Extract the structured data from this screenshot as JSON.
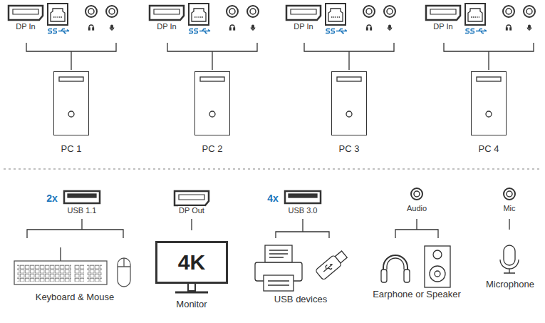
{
  "diagram": {
    "nodes": [
      {
        "text": [
          "PC 1"
        ]
      },
      {
        "text": [
          "PC 2"
        ]
      },
      {
        "text": [
          "PC 3"
        ]
      },
      {
        "text": [
          "PC 4"
        ]
      },
      {
        "text": [
          "4K",
          "Monitor"
        ]
      }
    ],
    "labels": [
      "DP In",
      "DP In",
      "DP In",
      "DP In",
      "2x",
      "USB 1.1",
      "Keyboard & Mouse",
      "DP Out",
      "4x",
      "USB 3.0",
      "USB devices",
      "Audio",
      "Earphone or Speaker",
      "Mic",
      "Microphone"
    ]
  }
}
